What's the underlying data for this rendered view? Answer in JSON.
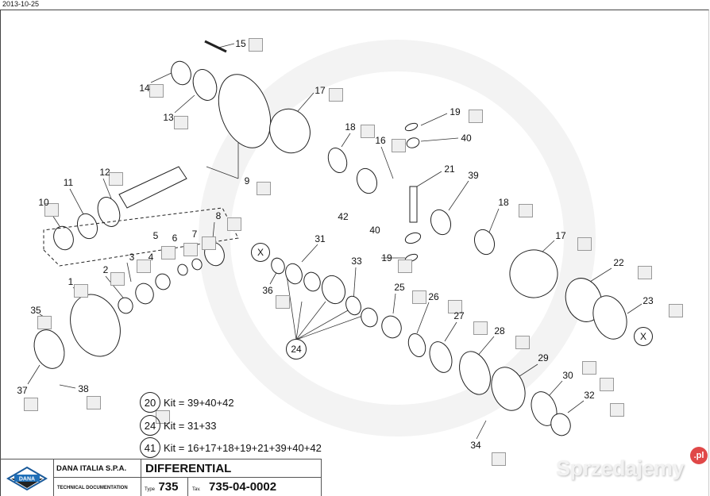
{
  "date": "2013-10-25",
  "callouts": [
    "15",
    "14",
    "13",
    "17",
    "19",
    "40",
    "18",
    "16",
    "21",
    "39",
    "12",
    "11",
    "10",
    "9",
    "8",
    "5",
    "6",
    "7",
    "42",
    "40",
    "18",
    "17",
    "31",
    "19",
    "33",
    "22",
    "36",
    "3",
    "4",
    "2",
    "1",
    "25",
    "26",
    "23",
    "27",
    "35",
    "28",
    "29",
    "30",
    "32",
    "34",
    "37",
    "38"
  ],
  "markers": {
    "x1": "X",
    "x2": "X",
    "group24": "24"
  },
  "kits": [
    {
      "num": "20",
      "text": "Kit = 39+40+42"
    },
    {
      "num": "24",
      "text": "Kit = 31+33"
    },
    {
      "num": "41",
      "text": "Kit = 16+17+18+19+21+39+40+42"
    }
  ],
  "title_block": {
    "logo": "DANA",
    "company": "DANA ITALIA S.P.A.",
    "doc": "TECHNICAL DOCUMENTATION",
    "title": "DIFFERENTIAL",
    "type_label": "Type",
    "type_value": "735",
    "tav_label": "Tav.",
    "tav_value": "735-04-0002"
  },
  "watermark": {
    "text": "Sprzedajemy",
    "badge": ".pl"
  }
}
